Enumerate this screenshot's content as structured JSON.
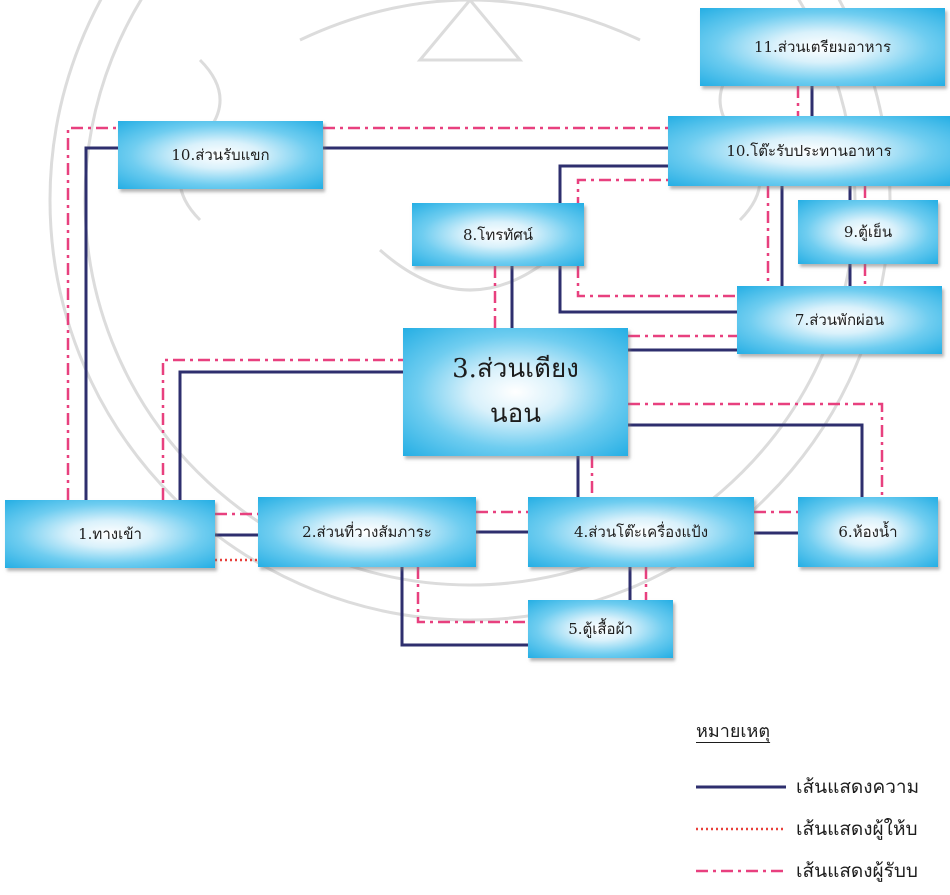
{
  "diagram": {
    "nodes": {
      "entrance": "1.ทางเข้า",
      "storage": "2.ส่วนที่วางสัมภาระ",
      "bed_line1": "3.ส่วนเตียง",
      "bed_line2": "นอน",
      "dresser": "4.ส่วนโต๊ะเครื่องแป้ง",
      "wardrobe": "5.ตู้เสื้อผ้า",
      "bathroom": "6.ห้องน้ำ",
      "rest": "7.ส่วนพักผ่อน",
      "tv": "8.โทรทัศน์",
      "fridge": "9.ตู้เย็น",
      "reception": "10.ส่วนรับแขก",
      "dining": "10.โต๊ะรับประทานอาหาร",
      "food_prep": "11.ส่วนเตรียมอาหาร"
    },
    "line_colors": {
      "relation": "#2e2f6e",
      "provider": "#e8403a",
      "receiver": "#e8407f"
    }
  },
  "legend": {
    "title": "หมายเหตุ",
    "items": [
      {
        "style": "solid",
        "label": "เส้นแสดงความ"
      },
      {
        "style": "dotted",
        "label": "เส้นแสดงผู้ให้บ"
      },
      {
        "style": "dashdot",
        "label": "เส้นแสดงผู้รับบ"
      }
    ]
  }
}
